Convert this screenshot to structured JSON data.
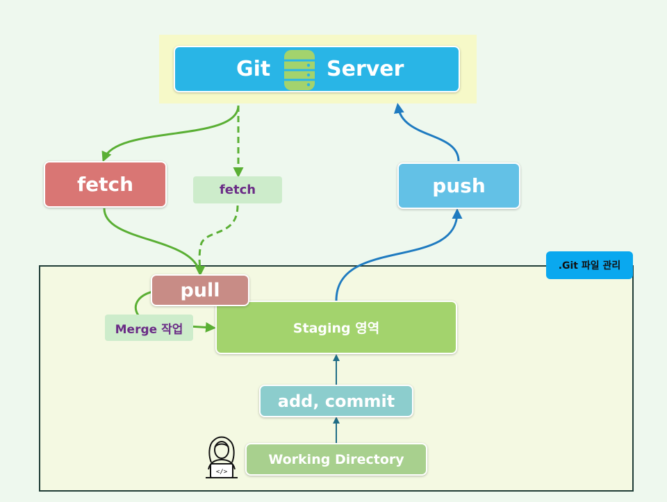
{
  "server": {
    "left_label": "Git",
    "right_label": "Server",
    "icon": "database-icon"
  },
  "nodes": {
    "fetch": "fetch",
    "fetch_small": "fetch",
    "push": "push",
    "pull": "pull",
    "merge": "Merge 작업",
    "staging": "Staging 영역",
    "add_commit": "add, commit",
    "working_dir": "Working Directory"
  },
  "area": {
    "label": ".Git 파일 관리"
  },
  "icons": {
    "developer": "developer-laptop-icon"
  },
  "colors": {
    "server": "#29b5e6",
    "fetch": "#d97674",
    "push": "#63c1e6",
    "pull": "#c88c86",
    "staging": "#a3d36d",
    "add_commit": "#8ccdcd",
    "working_dir": "#a8d08e",
    "green_arrow": "#5aaf34",
    "blue_arrow": "#1f7bc0",
    "area_label": "#0aa8ef"
  }
}
